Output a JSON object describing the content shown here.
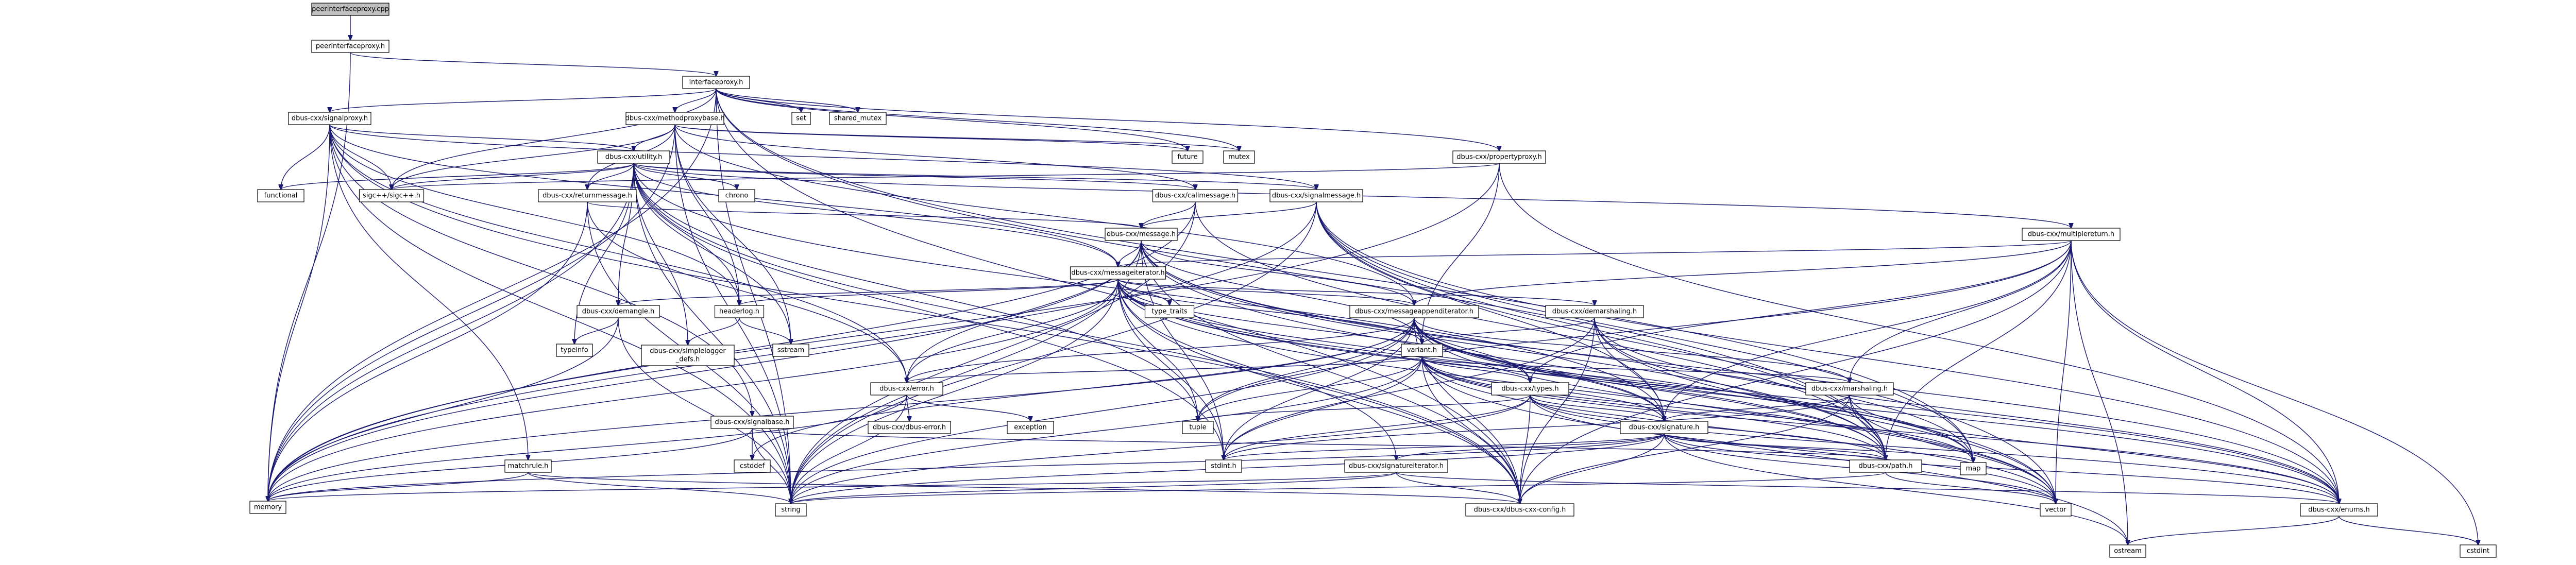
{
  "colors": {
    "edge": "#191970",
    "node_border": "#000000",
    "node_fill": "#ffffff",
    "root_fill": "#bfbfbf",
    "cycle_border": "#ff0000"
  },
  "nodes": [
    {
      "id": "root",
      "label": "peerinterfaceproxy.cpp",
      "root": true
    },
    {
      "id": "peerinterfaceproxy_h",
      "label": "peerinterfaceproxy.h"
    },
    {
      "id": "interfaceproxy_h",
      "label": "interfaceproxy.h"
    },
    {
      "id": "signalproxy_h",
      "label": "dbus-cxx/signalproxy.h"
    },
    {
      "id": "methodproxybase_h",
      "label": "dbus-cxx/methodproxybase.h"
    },
    {
      "id": "set",
      "label": "set"
    },
    {
      "id": "shared_mutex",
      "label": "shared_mutex"
    },
    {
      "id": "future",
      "label": "future"
    },
    {
      "id": "mutex",
      "label": "mutex"
    },
    {
      "id": "propertyproxy_h",
      "label": "dbus-cxx/propertyproxy.h"
    },
    {
      "id": "utility_h",
      "label": "dbus-cxx/utility.h"
    },
    {
      "id": "functional",
      "label": "functional"
    },
    {
      "id": "sigc",
      "label": "sigc++/sigc++.h"
    },
    {
      "id": "chrono",
      "label": "chrono"
    },
    {
      "id": "returnmessage_h",
      "label": "dbus-cxx/returnmessage.h"
    },
    {
      "id": "callmessage_h",
      "label": "dbus-cxx/callmessage.h"
    },
    {
      "id": "signalmessage_h",
      "label": "dbus-cxx/signalmessage.h"
    },
    {
      "id": "message_h",
      "label": "dbus-cxx/message.h"
    },
    {
      "id": "multiplereturn_h",
      "label": "dbus-cxx/multiplereturn.h"
    },
    {
      "id": "messageiterator_h",
      "label": "dbus-cxx/messageiterator.h"
    },
    {
      "id": "demangle_h",
      "label": "dbus-cxx/demangle.h"
    },
    {
      "id": "headerlog_h",
      "label": "headerlog.h"
    },
    {
      "id": "type_traits",
      "label": "type_traits"
    },
    {
      "id": "messageappenditerator_h",
      "label": "dbus-cxx/messageappenditerator.h"
    },
    {
      "id": "demarshaling_h",
      "label": "dbus-cxx/demarshaling.h"
    },
    {
      "id": "typeinfo",
      "label": "typeinfo"
    },
    {
      "id": "simplelogger_h",
      "label": "dbus-cxx/simplelogger_defs.h",
      "lines": [
        "dbus-cxx/simplelogger",
        "_defs.h"
      ]
    },
    {
      "id": "sstream",
      "label": "sstream"
    },
    {
      "id": "variant_h",
      "label": "variant.h",
      "cycle": true
    },
    {
      "id": "error_h",
      "label": "dbus-cxx/error.h"
    },
    {
      "id": "types_h",
      "label": "dbus-cxx/types.h",
      "cycle": true
    },
    {
      "id": "marshaling_h",
      "label": "dbus-cxx/marshaling.h"
    },
    {
      "id": "signalbase_h",
      "label": "dbus-cxx/signalbase.h"
    },
    {
      "id": "dbuserror_h",
      "label": "dbus-cxx/dbus-error.h"
    },
    {
      "id": "exception",
      "label": "exception"
    },
    {
      "id": "tuple",
      "label": "tuple"
    },
    {
      "id": "signature_h",
      "label": "dbus-cxx/signature.h",
      "cycle": true
    },
    {
      "id": "map",
      "label": "map"
    },
    {
      "id": "cstddef",
      "label": "cstddef"
    },
    {
      "id": "cstdint",
      "label": "stdint.h"
    },
    {
      "id": "signatureiterator_h",
      "label": "dbus-cxx/signatureiterator.h"
    },
    {
      "id": "path_h",
      "label": "dbus-cxx/path.h"
    },
    {
      "id": "matchrule_h",
      "label": "matchrule.h"
    },
    {
      "id": "memory",
      "label": "memory"
    },
    {
      "id": "string",
      "label": "string"
    },
    {
      "id": "config_h",
      "label": "dbus-cxx/dbus-cxx-config.h"
    },
    {
      "id": "vector",
      "label": "vector"
    },
    {
      "id": "enums_h",
      "label": "dbus-cxx/enums.h"
    },
    {
      "id": "ostream",
      "label": "ostream"
    },
    {
      "id": "cstdint2",
      "label": "cstdint"
    }
  ],
  "edges": [
    [
      "root",
      "peerinterfaceproxy_h"
    ],
    [
      "peerinterfaceproxy_h",
      "interfaceproxy_h"
    ],
    [
      "peerinterfaceproxy_h",
      "memory"
    ],
    [
      "interfaceproxy_h",
      "signalproxy_h"
    ],
    [
      "interfaceproxy_h",
      "methodproxybase_h"
    ],
    [
      "interfaceproxy_h",
      "set"
    ],
    [
      "interfaceproxy_h",
      "shared_mutex"
    ],
    [
      "interfaceproxy_h",
      "future"
    ],
    [
      "interfaceproxy_h",
      "mutex"
    ],
    [
      "interfaceproxy_h",
      "propertyproxy_h"
    ],
    [
      "interfaceproxy_h",
      "path_h"
    ],
    [
      "interfaceproxy_h",
      "map"
    ],
    [
      "interfaceproxy_h",
      "memory"
    ],
    [
      "interfaceproxy_h",
      "string"
    ],
    [
      "interfaceproxy_h",
      "sigc"
    ],
    [
      "interfaceproxy_h",
      "config_h"
    ],
    [
      "signalproxy_h",
      "utility_h"
    ],
    [
      "signalproxy_h",
      "functional"
    ],
    [
      "signalproxy_h",
      "sigc"
    ],
    [
      "signalproxy_h",
      "signalmessage_h"
    ],
    [
      "signalproxy_h",
      "messageiterator_h"
    ],
    [
      "signalproxy_h",
      "headerlog_h"
    ],
    [
      "signalproxy_h",
      "error_h"
    ],
    [
      "signalproxy_h",
      "signalbase_h"
    ],
    [
      "signalproxy_h",
      "matchrule_h"
    ],
    [
      "signalproxy_h",
      "memory"
    ],
    [
      "signalproxy_h",
      "string"
    ],
    [
      "signalproxy_h",
      "config_h"
    ],
    [
      "methodproxybase_h",
      "utility_h"
    ],
    [
      "methodproxybase_h",
      "future"
    ],
    [
      "methodproxybase_h",
      "mutex"
    ],
    [
      "methodproxybase_h",
      "callmessage_h"
    ],
    [
      "methodproxybase_h",
      "returnmessage_h"
    ],
    [
      "methodproxybase_h",
      "sigc"
    ],
    [
      "methodproxybase_h",
      "memory"
    ],
    [
      "methodproxybase_h",
      "string"
    ],
    [
      "methodproxybase_h",
      "headerlog_h"
    ],
    [
      "methodproxybase_h",
      "sstream"
    ],
    [
      "methodproxybase_h",
      "messageappenditerator_h"
    ],
    [
      "propertyproxy_h",
      "sigc"
    ],
    [
      "propertyproxy_h",
      "variant_h"
    ],
    [
      "propertyproxy_h",
      "memory"
    ],
    [
      "propertyproxy_h",
      "enums_h"
    ],
    [
      "utility_h",
      "functional"
    ],
    [
      "utility_h",
      "sigc"
    ],
    [
      "utility_h",
      "chrono"
    ],
    [
      "utility_h",
      "returnmessage_h"
    ],
    [
      "utility_h",
      "callmessage_h"
    ],
    [
      "utility_h",
      "signalmessage_h"
    ],
    [
      "utility_h",
      "multiplereturn_h"
    ],
    [
      "utility_h",
      "messageiterator_h"
    ],
    [
      "utility_h",
      "demangle_h"
    ],
    [
      "utility_h",
      "headerlog_h"
    ],
    [
      "utility_h",
      "simplelogger_h"
    ],
    [
      "utility_h",
      "sstream"
    ],
    [
      "utility_h",
      "typeinfo"
    ],
    [
      "utility_h",
      "tuple"
    ],
    [
      "utility_h",
      "string"
    ],
    [
      "utility_h",
      "memory"
    ],
    [
      "utility_h",
      "cstdint"
    ],
    [
      "utility_h",
      "signature_h"
    ],
    [
      "utility_h",
      "config_h"
    ],
    [
      "returnmessage_h",
      "message_h"
    ],
    [
      "returnmessage_h",
      "memory"
    ],
    [
      "returnmessage_h",
      "string"
    ],
    [
      "returnmessage_h",
      "error_h"
    ],
    [
      "callmessage_h",
      "message_h"
    ],
    [
      "callmessage_h",
      "path_h"
    ],
    [
      "callmessage_h",
      "memory"
    ],
    [
      "callmessage_h",
      "string"
    ],
    [
      "signalmessage_h",
      "message_h"
    ],
    [
      "signalmessage_h",
      "path_h"
    ],
    [
      "signalmessage_h",
      "memory"
    ],
    [
      "signalmessage_h",
      "string"
    ],
    [
      "signalmessage_h",
      "enums_h"
    ],
    [
      "signalmessage_h",
      "map"
    ],
    [
      "signalmessage_h",
      "vector"
    ],
    [
      "signalmessage_h",
      "signature_h"
    ],
    [
      "message_h",
      "messageiterator_h"
    ],
    [
      "message_h",
      "messageappenditerator_h"
    ],
    [
      "message_h",
      "enums_h"
    ],
    [
      "message_h",
      "error_h"
    ],
    [
      "message_h",
      "variant_h"
    ],
    [
      "message_h",
      "path_h"
    ],
    [
      "message_h",
      "memory"
    ],
    [
      "message_h",
      "string"
    ],
    [
      "message_h",
      "map"
    ],
    [
      "message_h",
      "vector"
    ],
    [
      "message_h",
      "cstdint"
    ],
    [
      "message_h",
      "config_h"
    ],
    [
      "multiplereturn_h",
      "messageiterator_h"
    ],
    [
      "multiplereturn_h",
      "messageappenditerator_h"
    ],
    [
      "multiplereturn_h",
      "signature_h"
    ],
    [
      "multiplereturn_h",
      "types_h"
    ],
    [
      "multiplereturn_h",
      "marshaling_h"
    ],
    [
      "multiplereturn_h",
      "path_h"
    ],
    [
      "multiplereturn_h",
      "enums_h"
    ],
    [
      "multiplereturn_h",
      "tuple"
    ],
    [
      "multiplereturn_h",
      "vector"
    ],
    [
      "multiplereturn_h",
      "ostream"
    ],
    [
      "multiplereturn_h",
      "cstdint2"
    ],
    [
      "multiplereturn_h",
      "config_h"
    ],
    [
      "messageiterator_h",
      "demangle_h"
    ],
    [
      "messageiterator_h",
      "headerlog_h"
    ],
    [
      "messageiterator_h",
      "type_traits"
    ],
    [
      "messageiterator_h",
      "messageappenditerator_h"
    ],
    [
      "messageiterator_h",
      "demarshaling_h"
    ],
    [
      "messageiterator_h",
      "variant_h"
    ],
    [
      "messageiterator_h",
      "error_h"
    ],
    [
      "messageiterator_h",
      "types_h"
    ],
    [
      "messageiterator_h",
      "signature_h"
    ],
    [
      "messageiterator_h",
      "signatureiterator_h"
    ],
    [
      "messageiterator_h",
      "path_h"
    ],
    [
      "messageiterator_h",
      "enums_h"
    ],
    [
      "messageiterator_h",
      "tuple"
    ],
    [
      "messageiterator_h",
      "map"
    ],
    [
      "messageiterator_h",
      "vector"
    ],
    [
      "messageiterator_h",
      "memory"
    ],
    [
      "messageiterator_h",
      "string"
    ],
    [
      "messageiterator_h",
      "cstdint"
    ],
    [
      "messageiterator_h",
      "config_h"
    ],
    [
      "demangle_h",
      "typeinfo"
    ],
    [
      "demangle_h",
      "string"
    ],
    [
      "demangle_h",
      "memory"
    ],
    [
      "headerlog_h",
      "simplelogger_h"
    ],
    [
      "headerlog_h",
      "sstream"
    ],
    [
      "messageappenditerator_h",
      "variant_h"
    ],
    [
      "messageappenditerator_h",
      "error_h"
    ],
    [
      "messageappenditerator_h",
      "types_h"
    ],
    [
      "messageappenditerator_h",
      "signature_h"
    ],
    [
      "messageappenditerator_h",
      "marshaling_h"
    ],
    [
      "messageappenditerator_h",
      "path_h"
    ],
    [
      "messageappenditerator_h",
      "enums_h"
    ],
    [
      "messageappenditerator_h",
      "tuple"
    ],
    [
      "messageappenditerator_h",
      "map"
    ],
    [
      "messageappenditerator_h",
      "vector"
    ],
    [
      "messageappenditerator_h",
      "memory"
    ],
    [
      "messageappenditerator_h",
      "string"
    ],
    [
      "messageappenditerator_h",
      "cstdint"
    ],
    [
      "messageappenditerator_h",
      "cstddef"
    ],
    [
      "messageappenditerator_h",
      "config_h"
    ],
    [
      "demarshaling_h",
      "variant_h"
    ],
    [
      "demarshaling_h",
      "signature_h"
    ],
    [
      "demarshaling_h",
      "path_h"
    ],
    [
      "demarshaling_h",
      "enums_h"
    ],
    [
      "demarshaling_h",
      "vector"
    ],
    [
      "demarshaling_h",
      "cstdint"
    ],
    [
      "demarshaling_h",
      "config_h"
    ],
    [
      "variant_h",
      "types_h"
    ],
    [
      "variant_h",
      "signature_h"
    ],
    [
      "variant_h",
      "marshaling_h"
    ],
    [
      "variant_h",
      "error_h"
    ],
    [
      "variant_h",
      "path_h"
    ],
    [
      "variant_h",
      "enums_h"
    ],
    [
      "variant_h",
      "tuple"
    ],
    [
      "variant_h",
      "map"
    ],
    [
      "variant_h",
      "vector"
    ],
    [
      "variant_h",
      "string"
    ],
    [
      "variant_h",
      "cstdint"
    ],
    [
      "variant_h",
      "ostream"
    ],
    [
      "variant_h",
      "config_h"
    ],
    [
      "types_h",
      "signature_h"
    ],
    [
      "types_h",
      "path_h"
    ],
    [
      "types_h",
      "enums_h"
    ],
    [
      "types_h",
      "tuple"
    ],
    [
      "types_h",
      "vector"
    ],
    [
      "types_h",
      "string"
    ],
    [
      "types_h",
      "cstdint"
    ],
    [
      "types_h",
      "config_h"
    ],
    [
      "marshaling_h",
      "path_h"
    ],
    [
      "marshaling_h",
      "enums_h"
    ],
    [
      "marshaling_h",
      "signature_h"
    ],
    [
      "marshaling_h",
      "vector"
    ],
    [
      "marshaling_h",
      "cstdint"
    ],
    [
      "marshaling_h",
      "config_h"
    ],
    [
      "error_h",
      "dbuserror_h"
    ],
    [
      "error_h",
      "exception"
    ],
    [
      "error_h",
      "string"
    ],
    [
      "error_h",
      "memory"
    ],
    [
      "signalbase_h",
      "path_h"
    ],
    [
      "signalbase_h",
      "memory"
    ],
    [
      "signalbase_h",
      "string"
    ],
    [
      "signalbase_h",
      "cstddef"
    ],
    [
      "signature_h",
      "signatureiterator_h"
    ],
    [
      "signature_h",
      "path_h"
    ],
    [
      "signature_h",
      "enums_h"
    ],
    [
      "signature_h",
      "map"
    ],
    [
      "signature_h",
      "vector"
    ],
    [
      "signature_h",
      "memory"
    ],
    [
      "signature_h",
      "string"
    ],
    [
      "signature_h",
      "cstdint"
    ],
    [
      "signature_h",
      "ostream"
    ],
    [
      "signature_h",
      "config_h"
    ],
    [
      "signatureiterator_h",
      "enums_h"
    ],
    [
      "signatureiterator_h",
      "memory"
    ],
    [
      "signatureiterator_h",
      "string"
    ],
    [
      "signatureiterator_h",
      "config_h"
    ],
    [
      "path_h",
      "string"
    ],
    [
      "path_h",
      "vector"
    ],
    [
      "matchrule_h",
      "memory"
    ],
    [
      "matchrule_h",
      "string"
    ],
    [
      "matchrule_h",
      "config_h"
    ],
    [
      "enums_h",
      "ostream"
    ],
    [
      "enums_h",
      "cstdint2"
    ]
  ]
}
